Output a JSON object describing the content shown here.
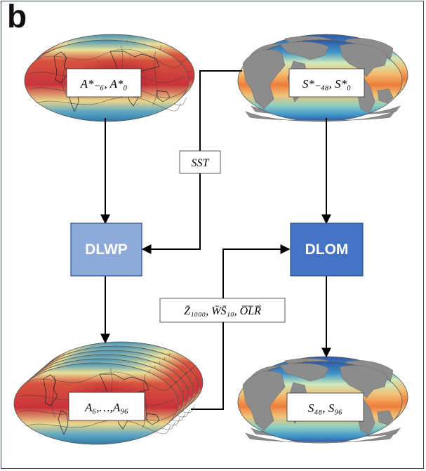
{
  "panel_label": "b",
  "nodes": {
    "atmos_input": "A*₋₆, A*₀",
    "ocean_input": "S*₋₄₈, S*₀",
    "dlwp": "DLWP",
    "dlom": "DLOM",
    "atmos_output": "A₆,…,A₉₆",
    "ocean_output": "S₄₈, S₉₆"
  },
  "edges": {
    "sst_label": "SST",
    "coupling_label": "Z̄₁₀₀₀, W̄S̄₁₀, O̅L̅R̅"
  },
  "colors": {
    "dlwp_fill": "#8eaadb",
    "dlom_fill": "#4472c4",
    "node_border": "#2f4f8f",
    "frame": "#2e3f6e"
  }
}
